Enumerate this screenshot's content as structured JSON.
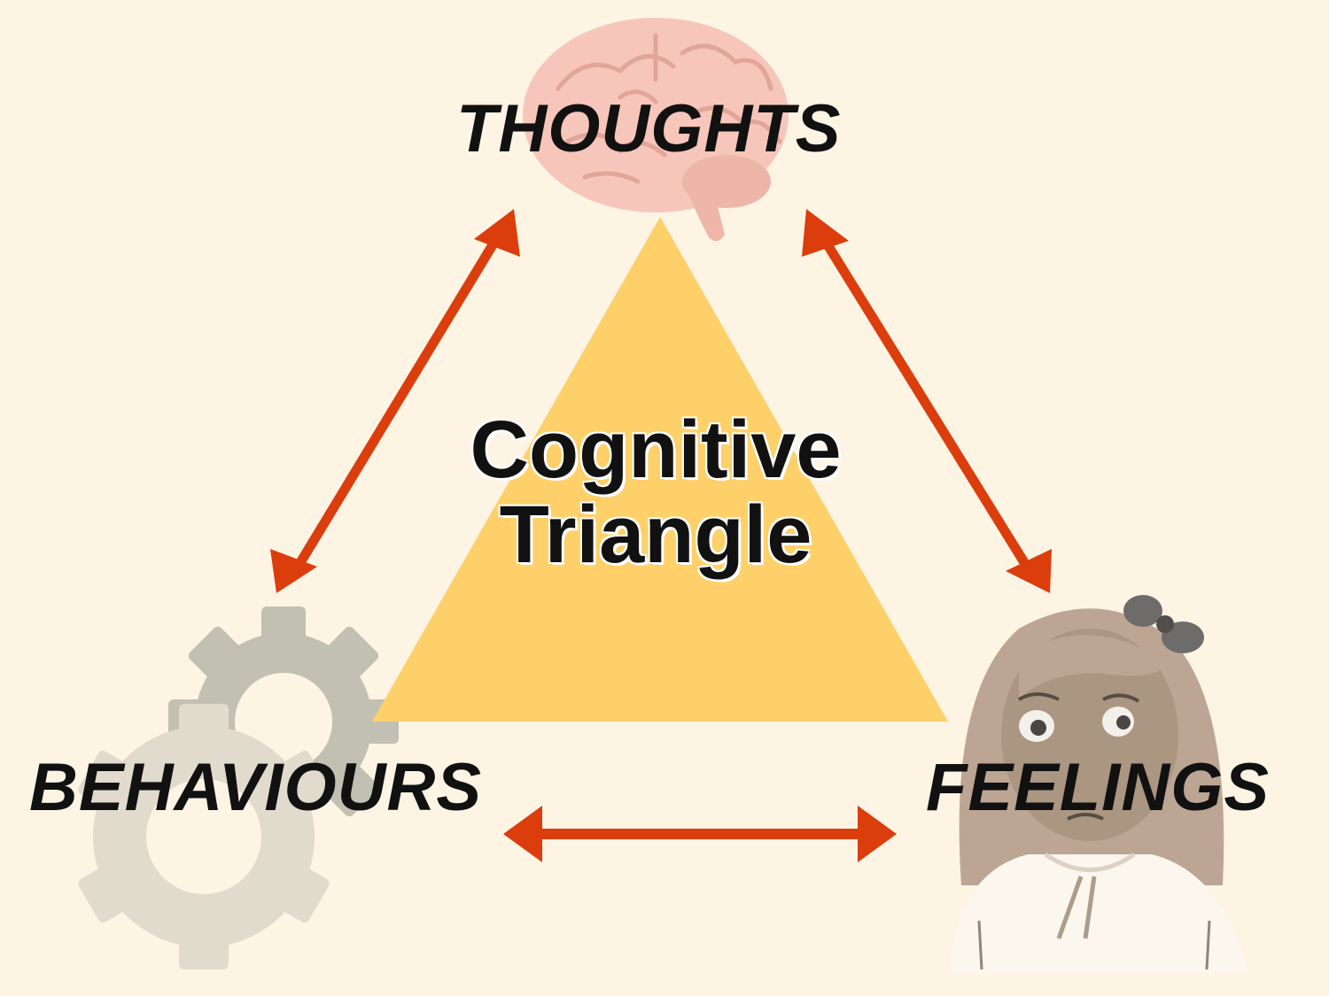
{
  "diagram": {
    "title_line1": "Cognitive",
    "title_line2": "Triangle",
    "nodes": {
      "thoughts": "THOUGHTS",
      "behaviours": "BEHAVIOURS",
      "feelings": "FEELINGS"
    },
    "icons": {
      "thoughts": "brain-icon",
      "behaviours": "gear-icon",
      "feelings": "worried-girl-illustration"
    },
    "colors": {
      "background": "#fdf4e4",
      "triangle": "#fdd06a",
      "arrow": "#dc3d0d",
      "gear": "#c2c0b2",
      "brain": "#f3b8ae"
    }
  }
}
